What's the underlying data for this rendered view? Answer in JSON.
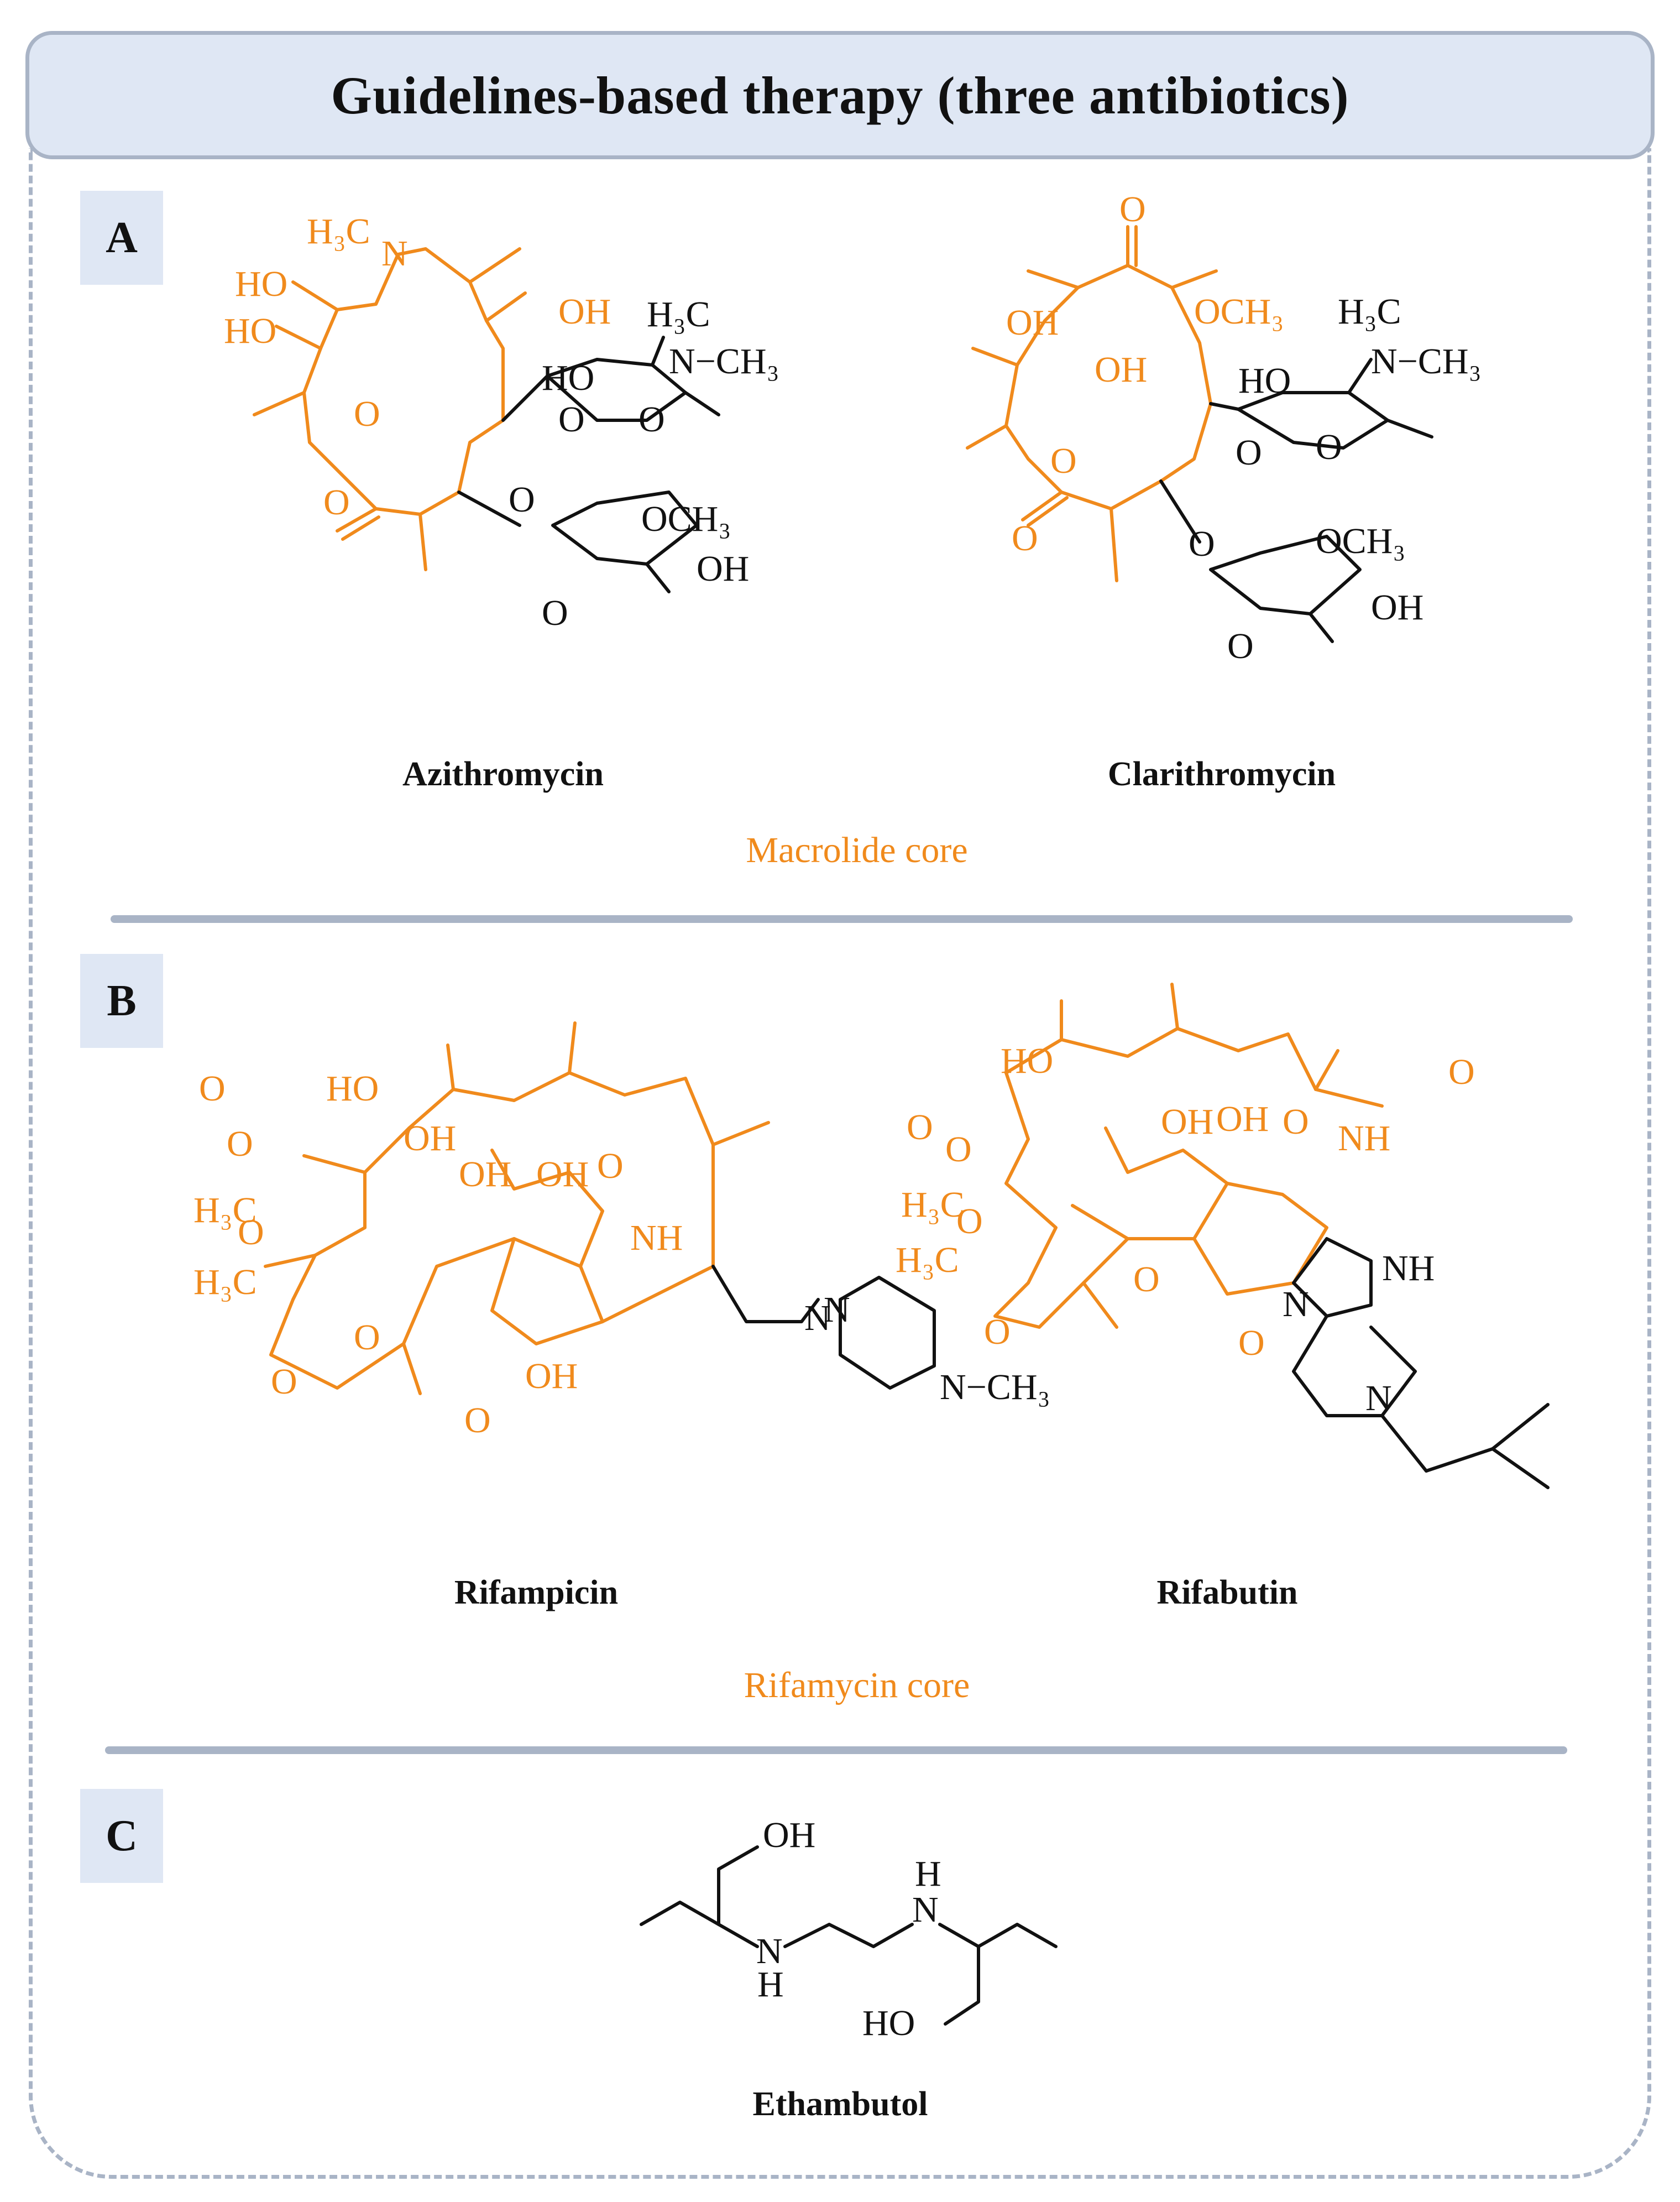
{
  "header": {
    "title": "Guidelines-based therapy (three antibiotics)"
  },
  "panels": [
    {
      "label": "A",
      "compounds": [
        "Azithromycin",
        "Clarithromycin"
      ],
      "core": "Macrolide core"
    },
    {
      "label": "B",
      "compounds": [
        "Rifampicin",
        "Rifabutin"
      ],
      "core": "Rifamycin core"
    },
    {
      "label": "C",
      "compounds": [
        "Ethambutol"
      ],
      "core": ""
    }
  ],
  "colors": {
    "core": "#f08a1c",
    "frame": "#a9b4c6",
    "label_bg": "#dfe7f4",
    "bond": "#111111"
  },
  "atoms": {
    "h3c": "H₃C",
    "ch3": "CH₃",
    "och3": "OCH₃",
    "oh": "OH",
    "ho": "HO",
    "o": "O",
    "n": "N",
    "nh": "NH",
    "h": "H",
    "nch3": "N−CH₃"
  }
}
